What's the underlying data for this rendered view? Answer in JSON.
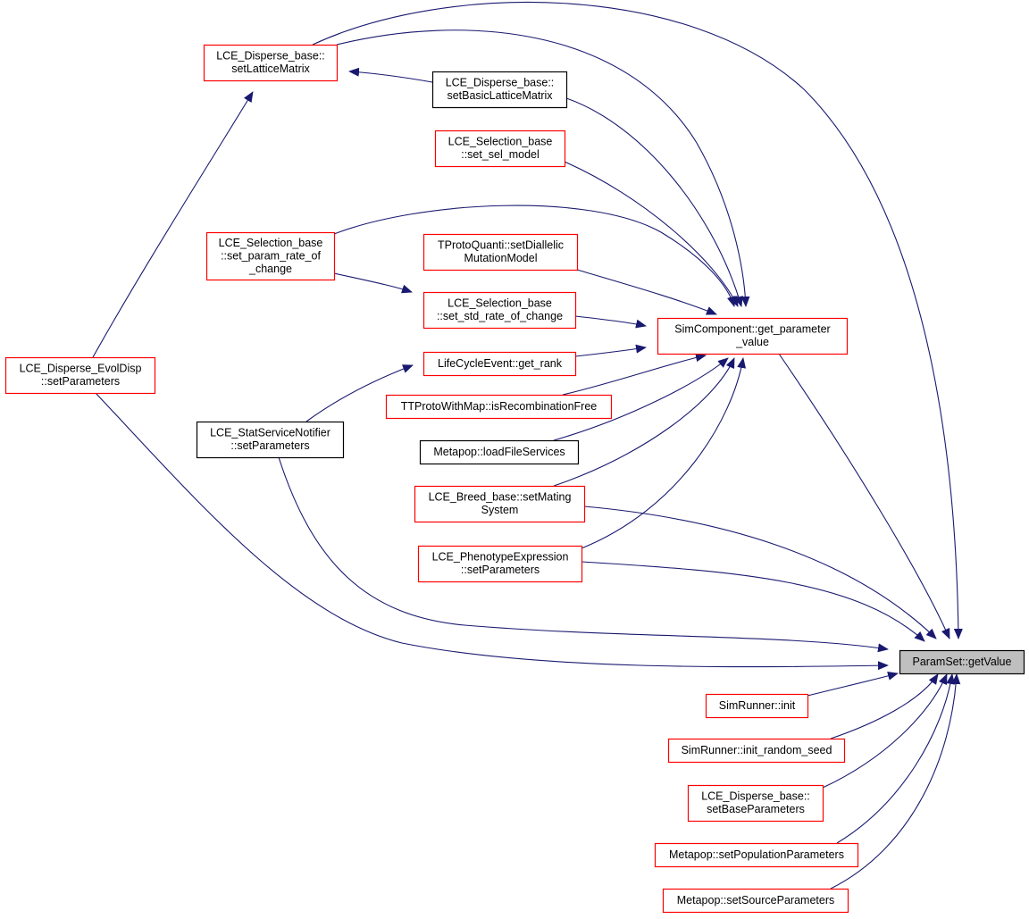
{
  "colors": {
    "edge": "#191970",
    "border_red": "#ff0000",
    "border_black": "#000000",
    "focus_fill": "#bfbfbf",
    "node_fill": "#ffffff"
  },
  "nodes": [
    {
      "id": "paramset-getvalue",
      "lines": [
        "ParamSet::getValue"
      ],
      "border": "black",
      "focus": true
    },
    {
      "id": "lce-disperse-setlatticematrix",
      "lines": [
        "LCE_Disperse_base::",
        "setLatticeMatrix"
      ],
      "border": "red"
    },
    {
      "id": "lce-disperse-setbasiclatticematrix",
      "lines": [
        "LCE_Disperse_base::",
        "setBasicLatticeMatrix"
      ],
      "border": "black"
    },
    {
      "id": "lce-selection-set-sel-model",
      "lines": [
        "LCE_Selection_base",
        "::set_sel_model"
      ],
      "border": "red"
    },
    {
      "id": "lce-selection-set-param-rate",
      "lines": [
        "LCE_Selection_base",
        "::set_param_rate_of",
        "_change"
      ],
      "border": "red"
    },
    {
      "id": "tprotoquanti-setdiallelic",
      "lines": [
        "TProtoQuanti::setDiallelic",
        "MutationModel"
      ],
      "border": "red"
    },
    {
      "id": "lce-selection-set-std-rate",
      "lines": [
        "LCE_Selection_base",
        "::set_std_rate_of_change"
      ],
      "border": "red"
    },
    {
      "id": "simcomponent-get-parameter-value",
      "lines": [
        "SimComponent::get_parameter",
        "_value"
      ],
      "border": "red"
    },
    {
      "id": "lifecycleevent-get-rank",
      "lines": [
        "LifeCycleEvent::get_rank"
      ],
      "border": "red"
    },
    {
      "id": "ttprotowithmap-isrecombinationfree",
      "lines": [
        "TTProtoWithMap::isRecombinationFree"
      ],
      "border": "red"
    },
    {
      "id": "lce-disperse-evoldisp-setparameters",
      "lines": [
        "LCE_Disperse_EvolDisp",
        "::setParameters"
      ],
      "border": "red"
    },
    {
      "id": "lce-statservicenotifier-setparameters",
      "lines": [
        "LCE_StatServiceNotifier",
        "::setParameters"
      ],
      "border": "black"
    },
    {
      "id": "metapop-loadfileservices",
      "lines": [
        "Metapop::loadFileServices"
      ],
      "border": "black"
    },
    {
      "id": "lce-breed-setmatingsystem",
      "lines": [
        "LCE_Breed_base::setMating",
        "System"
      ],
      "border": "red"
    },
    {
      "id": "lce-phenotypeexpression-setparameters",
      "lines": [
        "LCE_PhenotypeExpression",
        "::setParameters"
      ],
      "border": "red"
    },
    {
      "id": "simrunner-init",
      "lines": [
        "SimRunner::init"
      ],
      "border": "red"
    },
    {
      "id": "simrunner-init-random-seed",
      "lines": [
        "SimRunner::init_random_seed"
      ],
      "border": "red"
    },
    {
      "id": "lce-disperse-setbaseparameters",
      "lines": [
        "LCE_Disperse_base::",
        "setBaseParameters"
      ],
      "border": "red"
    },
    {
      "id": "metapop-setpopulationparameters",
      "lines": [
        "Metapop::setPopulationParameters"
      ],
      "border": "red"
    },
    {
      "id": "metapop-setsourceparameters",
      "lines": [
        "Metapop::setSourceParameters"
      ],
      "border": "red"
    }
  ],
  "edges": [
    {
      "from": "lce-disperse-setlatticematrix",
      "to": "paramset-getvalue"
    },
    {
      "from": "lce-disperse-setlatticematrix",
      "to": "simcomponent-get-parameter-value"
    },
    {
      "from": "lce-disperse-setbasiclatticematrix",
      "to": "lce-disperse-setlatticematrix"
    },
    {
      "from": "lce-disperse-setbasiclatticematrix",
      "to": "simcomponent-get-parameter-value"
    },
    {
      "from": "lce-selection-set-sel-model",
      "to": "simcomponent-get-parameter-value"
    },
    {
      "from": "lce-selection-set-param-rate",
      "to": "simcomponent-get-parameter-value"
    },
    {
      "from": "lce-selection-set-param-rate",
      "to": "lce-selection-set-std-rate"
    },
    {
      "from": "tprotoquanti-setdiallelic",
      "to": "simcomponent-get-parameter-value"
    },
    {
      "from": "lce-selection-set-std-rate",
      "to": "simcomponent-get-parameter-value"
    },
    {
      "from": "lifecycleevent-get-rank",
      "to": "simcomponent-get-parameter-value"
    },
    {
      "from": "ttprotowithmap-isrecombinationfree",
      "to": "simcomponent-get-parameter-value"
    },
    {
      "from": "metapop-loadfileservices",
      "to": "simcomponent-get-parameter-value"
    },
    {
      "from": "lce-breed-setmatingsystem",
      "to": "simcomponent-get-parameter-value"
    },
    {
      "from": "lce-phenotypeexpression-setparameters",
      "to": "simcomponent-get-parameter-value"
    },
    {
      "from": "simcomponent-get-parameter-value",
      "to": "paramset-getvalue"
    },
    {
      "from": "lce-disperse-evoldisp-setparameters",
      "to": "lce-disperse-setlatticematrix"
    },
    {
      "from": "lce-disperse-evoldisp-setparameters",
      "to": "paramset-getvalue"
    },
    {
      "from": "lce-statservicenotifier-setparameters",
      "to": "lifecycleevent-get-rank"
    },
    {
      "from": "lce-statservicenotifier-setparameters",
      "to": "paramset-getvalue"
    },
    {
      "from": "lce-breed-setmatingsystem",
      "to": "paramset-getvalue"
    },
    {
      "from": "lce-phenotypeexpression-setparameters",
      "to": "paramset-getvalue"
    },
    {
      "from": "simrunner-init",
      "to": "paramset-getvalue"
    },
    {
      "from": "simrunner-init-random-seed",
      "to": "paramset-getvalue"
    },
    {
      "from": "lce-disperse-setbaseparameters",
      "to": "paramset-getvalue"
    },
    {
      "from": "metapop-setpopulationparameters",
      "to": "paramset-getvalue"
    },
    {
      "from": "metapop-setsourceparameters",
      "to": "paramset-getvalue"
    }
  ]
}
